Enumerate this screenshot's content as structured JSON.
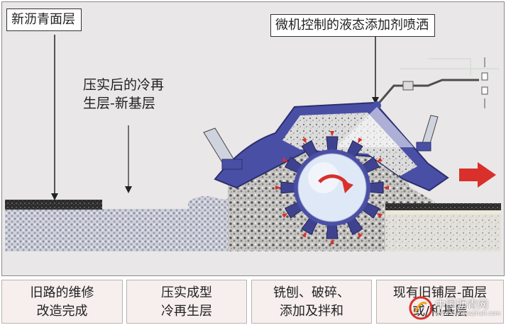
{
  "labels": {
    "new_surface_layer": "新沥青面层",
    "liquid_additive_spray": "微机控制的液态添加剂喷洒",
    "compacted_recycled_layer_line1": "压实后的冷再",
    "compacted_recycled_layer_line2": "生层-新基层"
  },
  "stages": [
    {
      "line1": "旧路的维修",
      "line2": "改造完成"
    },
    {
      "line1": "压实成型",
      "line2": "冷再生层"
    },
    {
      "line1": "铣刨、破碎、",
      "line2": "添加及拌和"
    },
    {
      "line1": "现有旧铺层-面层",
      "line2": "或/和基层"
    }
  ],
  "watermark": {
    "text": "中国沥青网",
    "url": "www.chinaasphalt.com"
  },
  "colors": {
    "machine_blue": "#4a4fa6",
    "arrow_red": "#d9302c",
    "drum_light": "#dfe8f7",
    "background": "#e9e7e7"
  }
}
